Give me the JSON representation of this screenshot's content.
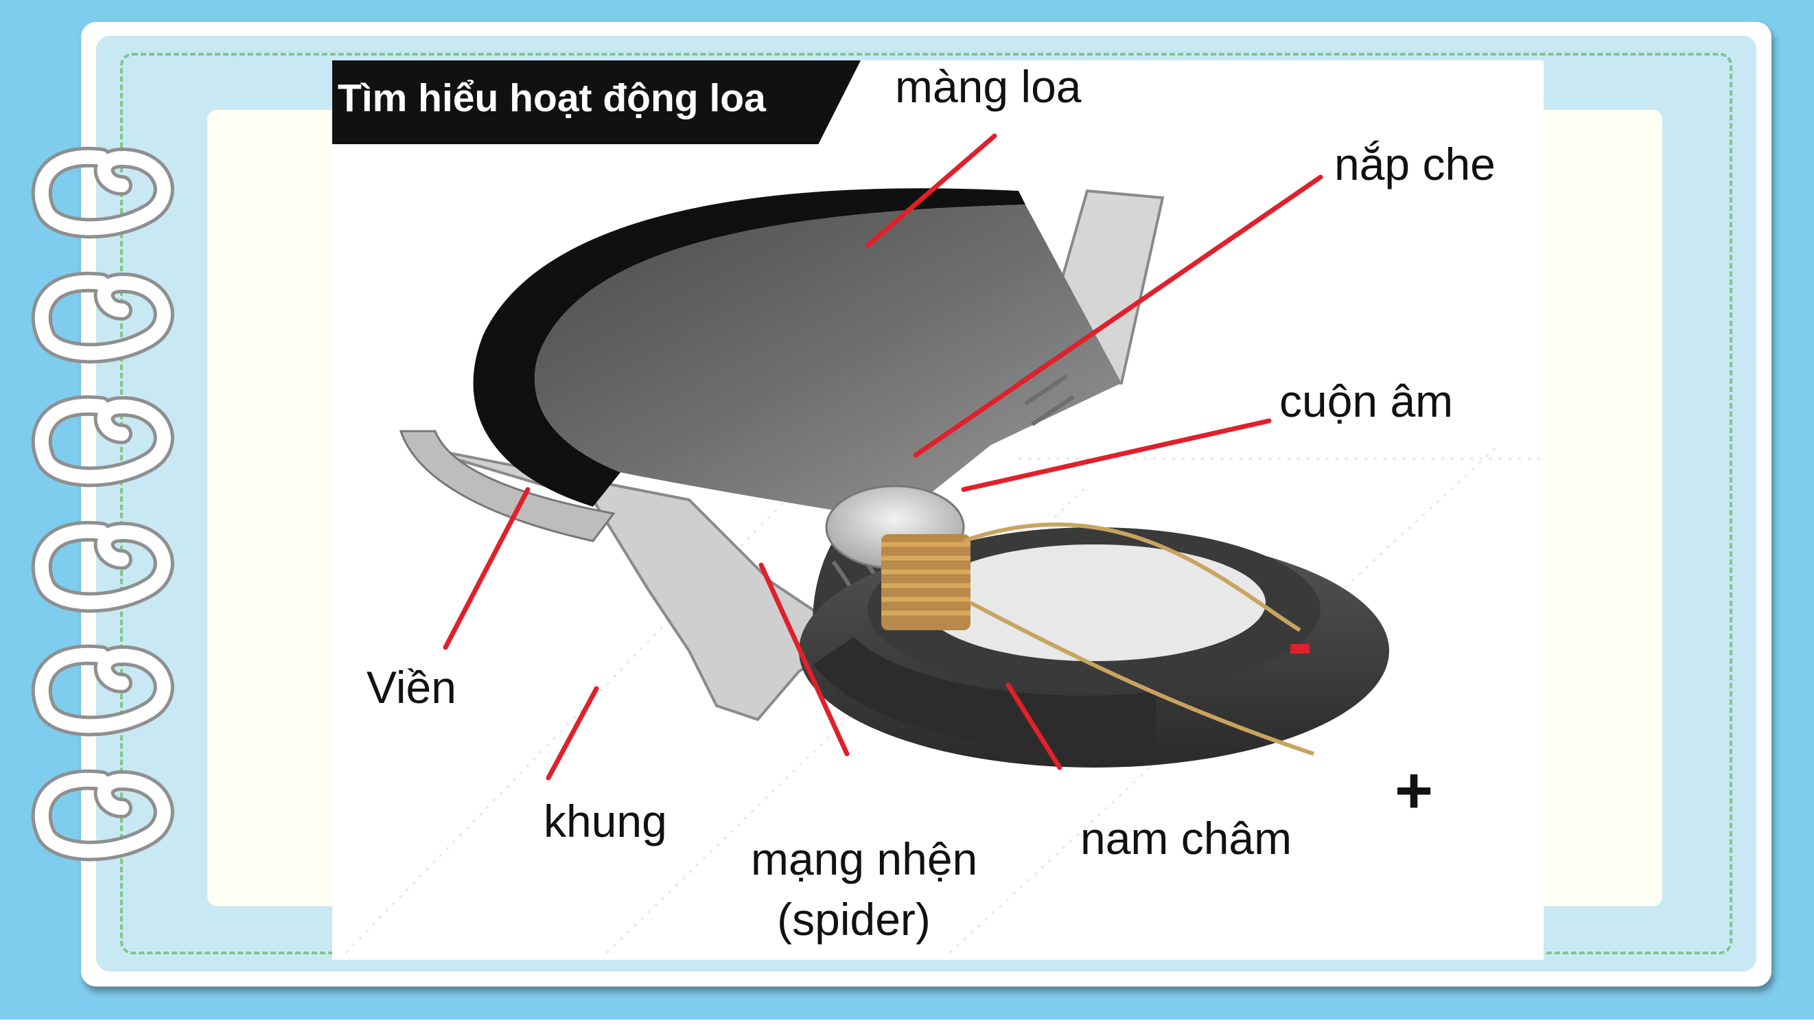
{
  "diagram": {
    "title": "Tìm hiểu hoạt động loa",
    "labels": {
      "mang_loa": "màng loa",
      "nap_che": "nắp che",
      "cuon_am": "cuộn âm",
      "vien": "Viền",
      "khung": "khung",
      "mang_nhen_line1": "mạng nhện",
      "mang_nhen_line2": "(spider)",
      "nam_cham": "nam châm",
      "minus": "-",
      "plus": "+"
    }
  },
  "colors": {
    "background": "#7fcdee",
    "card": "#ffffff",
    "card_inner": "#c8e8f3",
    "dashed_border": "#7dc88a",
    "leader_lines": "#e0202a",
    "title_bar": "#111111"
  },
  "icons": [
    "binder-ring-icon"
  ]
}
